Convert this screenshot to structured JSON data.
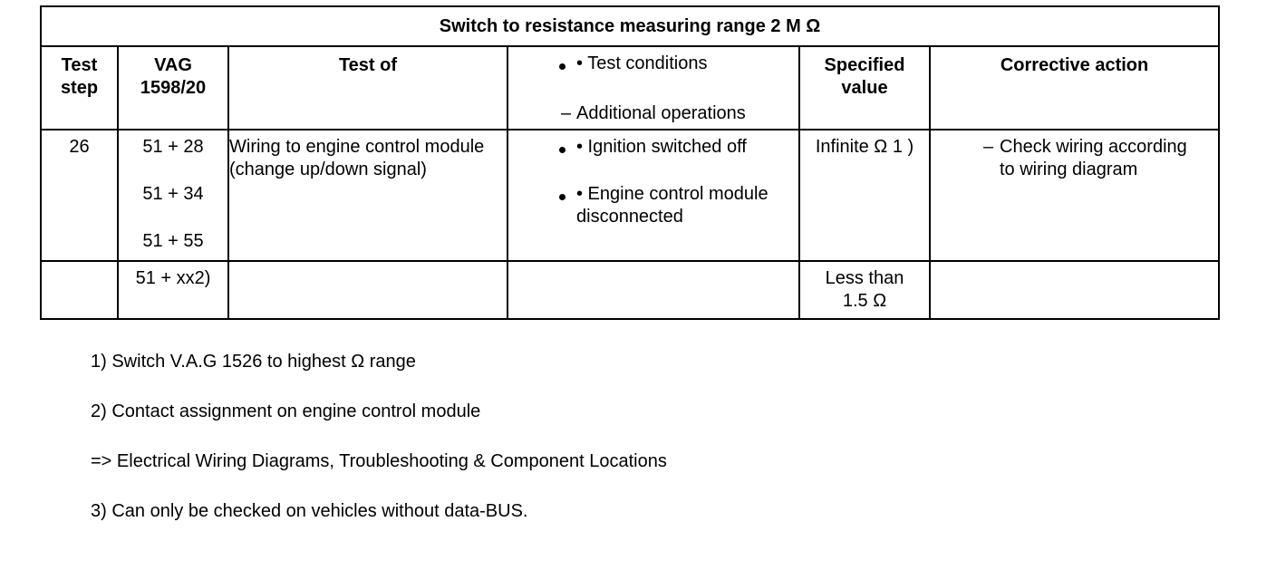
{
  "table": {
    "title": "Switch to resistance measuring range 2 M Ω",
    "headers": {
      "test_step": [
        "Test",
        "step"
      ],
      "vag": [
        "VAG",
        "1598/20"
      ],
      "test_of": "Test of",
      "conditions": {
        "bullet": "• Test conditions",
        "dash": "Additional operations"
      },
      "specified_value": [
        "Specified",
        "value"
      ],
      "corrective_action": "Corrective action"
    },
    "rows": [
      {
        "test_step": "26",
        "vag": [
          "51 + 28",
          "51 + 34",
          "51 + 55"
        ],
        "test_of": "Wiring to engine control module (change up/down signal)",
        "conditions": [
          "• Ignition switched off",
          "• Engine control module disconnected"
        ],
        "specified_value": "Infinite Ω 1 )",
        "corrective_action": "Check wiring according to wiring diagram"
      },
      {
        "test_step": "",
        "vag": [
          "51 + xx2)"
        ],
        "test_of": "",
        "conditions": [],
        "specified_value": [
          "Less than",
          "1.5 Ω"
        ],
        "corrective_action": ""
      }
    ]
  },
  "footnotes": [
    "1) Switch V.A.G 1526 to highest Ω range",
    "2) Contact assignment on engine control module",
    "=> Electrical Wiring Diagrams, Troubleshooting & Component Locations",
    "3) Can only be checked on vehicles without data-BUS."
  ]
}
